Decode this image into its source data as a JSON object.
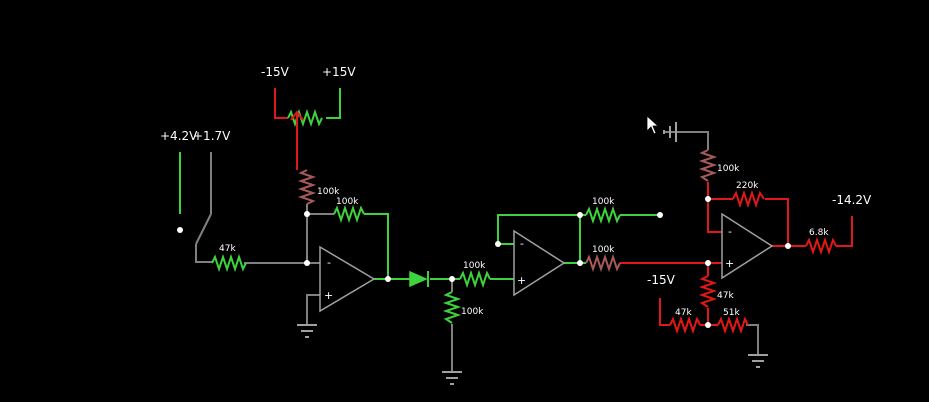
{
  "colors": {
    "background": "#000000",
    "wire_neutral": "#808080",
    "wire_positive": "#3fd23f",
    "wire_negative": "#e01818",
    "wire_mixed": "#a85a5a",
    "node": "#ffffff",
    "cursor": "#ffffff"
  },
  "sources": {
    "neg15_top": "-15V",
    "pos15_top": "+15V",
    "sw_a": "+4.2V",
    "sw_b": "+1.7V",
    "neg15_right": "-15V",
    "output": "-14.2V"
  },
  "resistors": {
    "r_input": "47k",
    "r_pot_series": "100k",
    "r_feedback1": "100k",
    "r_diode_series": "100k",
    "r_shunt": "100k",
    "r_top_out": "100k",
    "r_bottom_out": "100k",
    "r_ground_top": "100k",
    "r_feedback2": "220k",
    "r_output": "6.8k",
    "r_vertical": "47k",
    "r_neg_bias": "47k",
    "r_ground_bias": "51k"
  },
  "opamp_pins": {
    "minus": "-",
    "plus": "+"
  }
}
